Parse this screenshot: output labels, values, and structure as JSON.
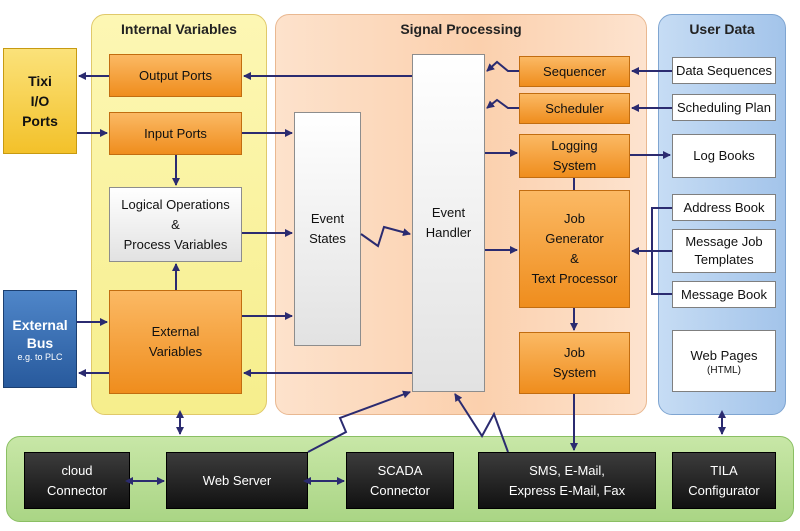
{
  "panels": {
    "internal_title": "Internal Variables",
    "signal_title": "Signal Processing",
    "user_title": "User Data"
  },
  "io_ports": {
    "line1": "Tixi",
    "line2": "I/O",
    "line3": "Ports"
  },
  "external_bus": {
    "line1": "External",
    "line2": "Bus",
    "sub": "e.g. to PLC"
  },
  "internal": {
    "output_ports": "Output Ports",
    "input_ports": "Input Ports",
    "logical_line1": "Logical Operations",
    "logical_line2": "&",
    "logical_line3": "Process Variables",
    "external_line1": "External",
    "external_line2": "Variables"
  },
  "signal": {
    "event_states_line1": "Event",
    "event_states_line2": "States",
    "event_handler_line1": "Event",
    "event_handler_line2": "Handler",
    "sequencer": "Sequencer",
    "scheduler": "Scheduler",
    "logging_line1": "Logging",
    "logging_line2": "System",
    "jobgen_line1": "Job",
    "jobgen_line2": "Generator",
    "jobgen_line3": "&",
    "jobgen_line4": "Text Processor",
    "jobsys_line1": "Job",
    "jobsys_line2": "System"
  },
  "user": {
    "data_sequences": "Data Sequences",
    "scheduling_plan": "Scheduling Plan",
    "log_books": "Log Books",
    "address_book": "Address Book",
    "msg_templates_line1": "Message Job",
    "msg_templates_line2": "Templates",
    "message_book": "Message Book",
    "web_pages_line1": "Web Pages",
    "web_pages_line2": "(HTML)"
  },
  "bottom": {
    "cloud_line1": "cloud",
    "cloud_line2": "Connector",
    "web_server": "Web Server",
    "scada_line1": "SCADA",
    "scada_line2": "Connector",
    "sms_line1": "SMS, E-Mail,",
    "sms_line2": "Express E-Mail, Fax",
    "tila_line1": "TILA",
    "tila_line2": "Configurator"
  }
}
